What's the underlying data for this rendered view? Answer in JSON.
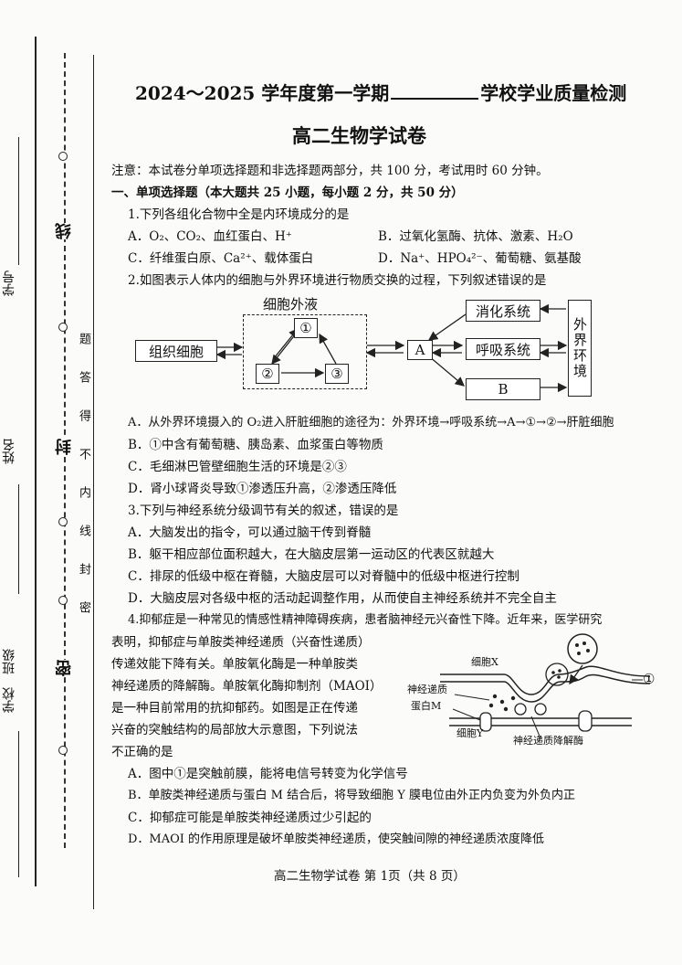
{
  "binding": {
    "labels_left": [
      "学号",
      "姓名",
      "班级",
      "学校"
    ],
    "seal_chars_a": [
      "线"
    ],
    "seal_chars_b": [
      "题",
      "答",
      "得",
      "不",
      "内",
      "线",
      "封",
      "密"
    ],
    "seal_big": [
      "封",
      "密"
    ]
  },
  "header": {
    "line1": "2024～2025 学年度第一学期",
    "line1_tail": "学校学业质量检测",
    "subtitle": "高二生物学试卷"
  },
  "notice": "注意：本试卷分单项选择题和非选择题两部分，共 100 分，考试用时 60 分钟。",
  "section1": "一、单项选择题（本大题共 25 小题，每小题 2 分，共 50 分）",
  "q1": {
    "stem": "1.下列各组化合物中全是内环境成分的是",
    "A": "A．O₂、CO₂、血红蛋白、H⁺",
    "B": "B．过氧化氢酶、抗体、激素、H₂O",
    "C": "C．纤维蛋白原、Ca²⁺、载体蛋白",
    "D": "D．Na⁺、HPO₄²⁻、葡萄糖、氨基酸"
  },
  "q2": {
    "stem": "2.如图表示人体内的细胞与外界环境进行物质交换的过程，下列叙述错误的是",
    "diagram": {
      "extracellular": "细胞外液",
      "tissue": "组织细胞",
      "n1": "①",
      "n2": "②",
      "n3": "③",
      "A": "A",
      "digest": "消化系统",
      "resp": "呼吸系统",
      "B": "B",
      "env": "外界环境"
    },
    "A": "A．从外界环境摄入的 O₂进入肝脏细胞的途径为：外界环境→呼吸系统→A→①→②→肝脏细胞",
    "B": "B．①中含有葡萄糖、胰岛素、血浆蛋白等物质",
    "C": "C．毛细淋巴管壁细胞生活的环境是②③",
    "D": "D．肾小球肾炎导致①渗透压升高，②渗透压降低"
  },
  "q3": {
    "stem": "3.下列与神经系统分级调节有关的叙述，错误的是",
    "A": "A．大脑发出的指令，可以通过脑干传到脊髓",
    "B": "B．躯干相应部位面积越大，在大脑皮层第一运动区的代表区就越大",
    "C": "C．排尿的低级中枢在脊髓，大脑皮层可以对脊髓中的低级中枢进行控制",
    "D": "D．大脑皮层对各级中枢的活动起调整作用，从而使自主神经系统并不完全自主"
  },
  "q4": {
    "line1": "4.抑郁症是一种常见的情感性精神障碍疾病，患者脑神经元兴奋性下降。近年来，医学研究",
    "line2": "表明，抑郁症与单胺类神经递质（兴奋性递质）",
    "line3": "传递效能下降有关。单胺氧化酶是一种单胺类",
    "line4": "神经递质的降解酶。单胺氧化酶抑制剂（MAOI）",
    "line5": "是一种目前常用的抗抑郁药。如图是正在传递",
    "line6": "兴奋的突触结构的局部放大示意图，下列说法",
    "line7": "不正确的是",
    "fig": {
      "cellX": "细胞X",
      "transmitter": "神经递质",
      "proteinM": "蛋白M",
      "cellY": "细胞Y",
      "enzyme": "神经递质降解酶",
      "n1": "①"
    },
    "A": "A．图中①是突触前膜，能将电信号转变为化学信号",
    "B": "B．单胺类神经递质与蛋白 M 结合后，将导致细胞 Y 膜电位由外正内负变为外负内正",
    "C": "C．抑郁症可能是单胺类神经递质过少引起的",
    "D": "D．MAOI 的作用原理是破坏单胺类神经递质，使突触间隙的神经递质浓度降低"
  },
  "footer": "高二生物学试卷 第 1页（共 8 页）"
}
